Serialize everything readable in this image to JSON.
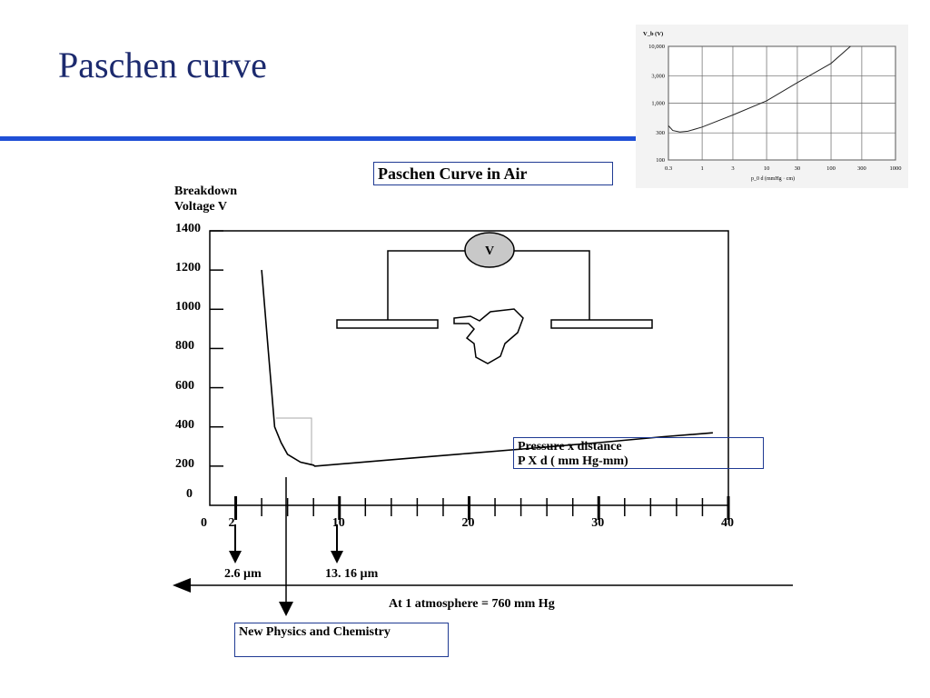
{
  "slide": {
    "title": "Paschen curve"
  },
  "chart_data": [
    {
      "type": "line",
      "title": "Paschen Curve in Air",
      "ylabel": "Breakdown Voltage V",
      "xlabel": "Pressure x distance P X d ( mm Hg-mm)",
      "xlim": [
        0,
        40
      ],
      "ylim": [
        0,
        1400
      ],
      "x_tick_labels": [
        "0",
        "2",
        "10",
        "20",
        "30",
        "40"
      ],
      "x_tick_values": [
        0,
        2,
        10,
        20,
        30,
        40
      ],
      "y_tick_labels": [
        "0",
        "200",
        "400",
        "600",
        "800",
        "1000",
        "1200",
        "1400"
      ],
      "y_tick_values": [
        0,
        200,
        400,
        600,
        800,
        1000,
        1200,
        1400
      ],
      "series": [
        {
          "x": [
            4,
            4.5,
            5,
            5.5,
            6,
            7,
            8,
            8.1,
            15,
            20,
            25,
            30,
            35,
            38.8
          ],
          "y": [
            1200,
            800,
            400,
            320,
            260,
            220,
            205,
            200,
            238,
            265,
            292,
            320,
            350,
            370
          ]
        }
      ],
      "grid": false,
      "annotations": {
        "marker_small": "2.6 µm",
        "marker_mid": "13. 16   µm",
        "atmosphere": "At 1 atmosphere = 760 mm Hg",
        "region": "New Physics and Chemistry",
        "pressure_line1": "Pressure x  distance",
        "pressure_line2": "P  X d  ( mm Hg-mm)",
        "voltmeter": "V"
      }
    },
    {
      "type": "line",
      "title": "",
      "ylabel": "V_b (V)",
      "xlabel": "p_0 d (mmHg · cm)",
      "x_scale": "log",
      "y_scale": "log",
      "xlim": [
        0.3,
        1000
      ],
      "ylim": [
        100,
        10000
      ],
      "x_tick_labels": [
        "0.3",
        "1",
        "3",
        "10",
        "30",
        "100",
        "300",
        "1000"
      ],
      "y_tick_labels": [
        "100",
        "300",
        "1,000",
        "3,000",
        "10,000"
      ],
      "grid": true,
      "series": [
        {
          "x": [
            0.3,
            0.35,
            0.45,
            0.6,
            1,
            3,
            10,
            30,
            100,
            200
          ],
          "y": [
            400,
            330,
            310,
            320,
            380,
            620,
            1100,
            2300,
            5000,
            10000
          ]
        }
      ]
    }
  ]
}
